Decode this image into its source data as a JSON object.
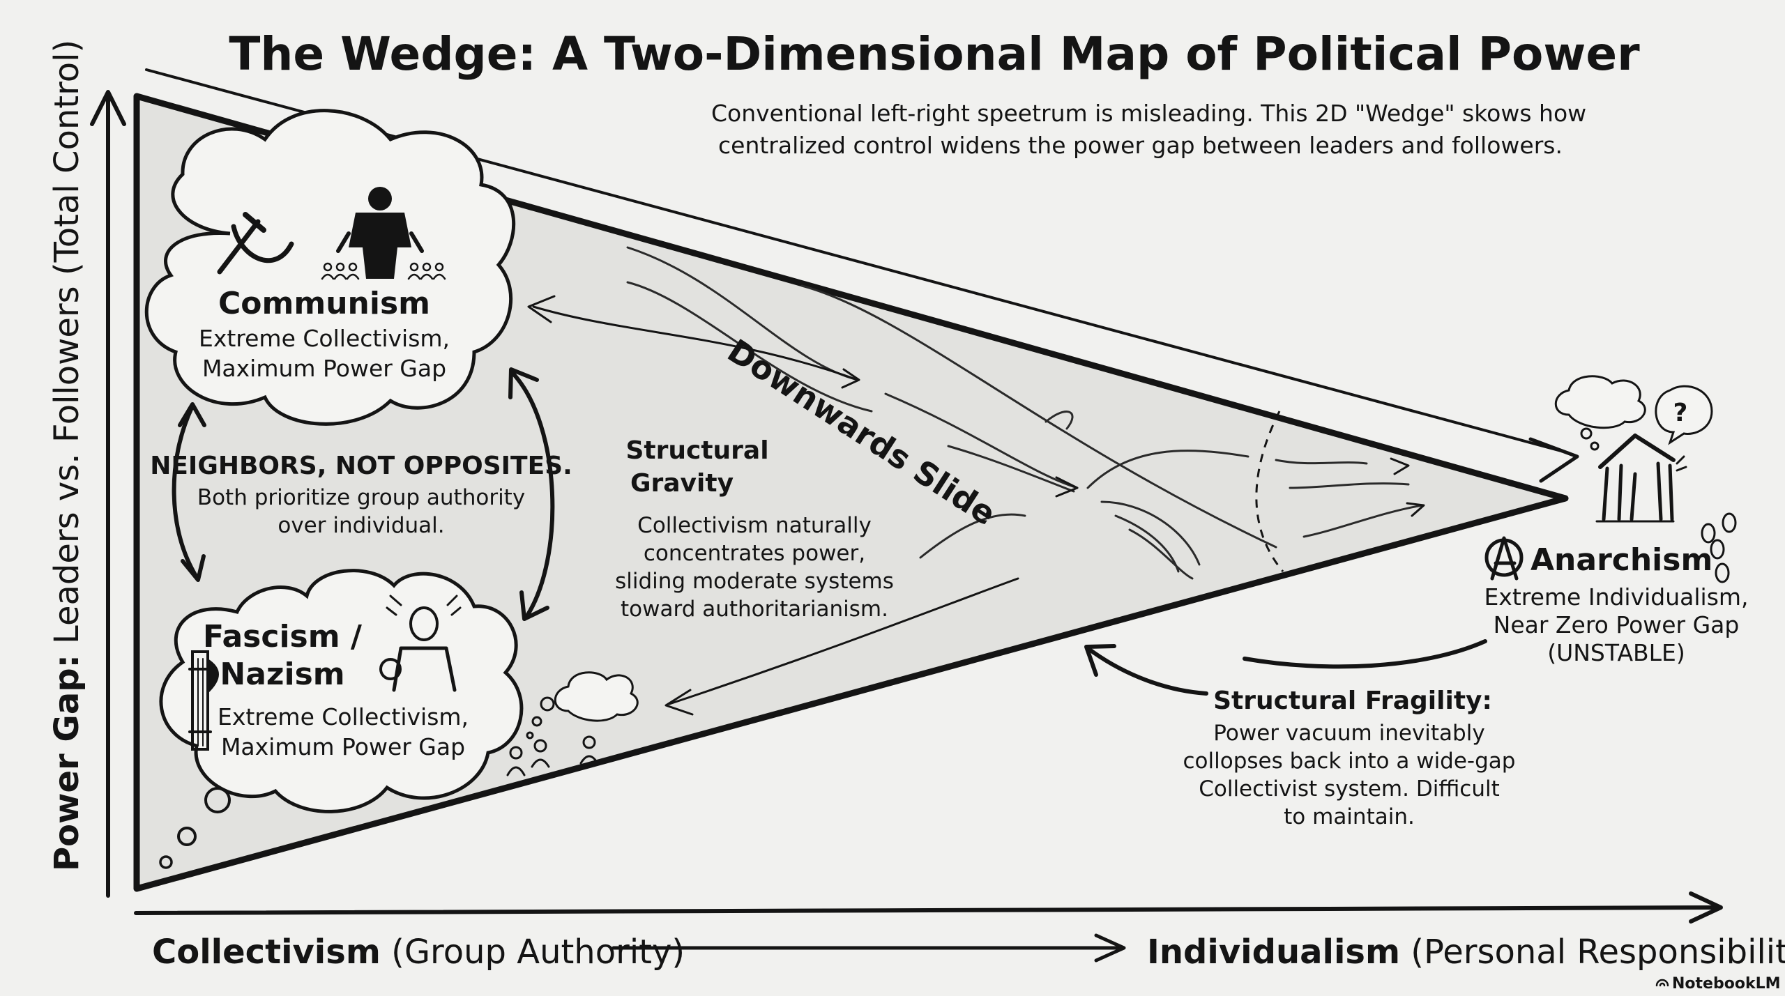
{
  "title": "The Wedge: A Two-Dimensional Map of Political Power",
  "intro": {
    "line1": "Conventional left-right speetrum is misleading. This 2D \"Wedge\" skows how",
    "line2": "centralized control widens the power gap between leaders and followers."
  },
  "axes": {
    "y_bold": "Power Gap:",
    "y_rest": "Leaders vs. Followers (Total Control)",
    "x_left_bold": "Collectivism",
    "x_left_rest": "(Group Authority)",
    "x_right_bold": "Individualism",
    "x_right_rest": "(Personal Responsibility)"
  },
  "communism": {
    "heading": "Communism",
    "line1": "Extreme Collectivism,",
    "line2": "Maximum Power Gap",
    "icon": "hammer-sickle-icon"
  },
  "fascism": {
    "heading1": "Fascism /",
    "heading2": "Nazism",
    "line1": "Extreme Collectivism,",
    "line2": "Maximum Power Gap",
    "icon": "fasces-icon"
  },
  "neighbors": {
    "heading": "NEIGHBORS, NOT OPPOSITES.",
    "line1": "Both prioritize group authority",
    "line2": "over individual."
  },
  "gravity": {
    "heading1": "Structural",
    "heading2": "Gravity",
    "line1": "Collectivism naturally",
    "line2": "concentrates power,",
    "line3": "sliding moderate systems",
    "line4": "toward authoritarianism."
  },
  "slide_label": "Downwards Slide",
  "anarchism": {
    "heading": "Anarchism",
    "line1": "Extreme Individualism,",
    "line2": "Near Zero Power Gap",
    "line3": "(UNSTABLE)",
    "icon": "circle-a-icon"
  },
  "fragility": {
    "heading": "Structural Fragility:",
    "line1": "Power vacuum inevitably",
    "line2": "collopses back into a wide-gap",
    "line3": "Collectivist system. Difficult",
    "line4": "to maintain."
  },
  "question_mark": "?",
  "brand": "NotebookLM",
  "colors": {
    "ink": "#141414",
    "paper": "#f1f1ef",
    "wedge_fill": "#e2e2df"
  }
}
